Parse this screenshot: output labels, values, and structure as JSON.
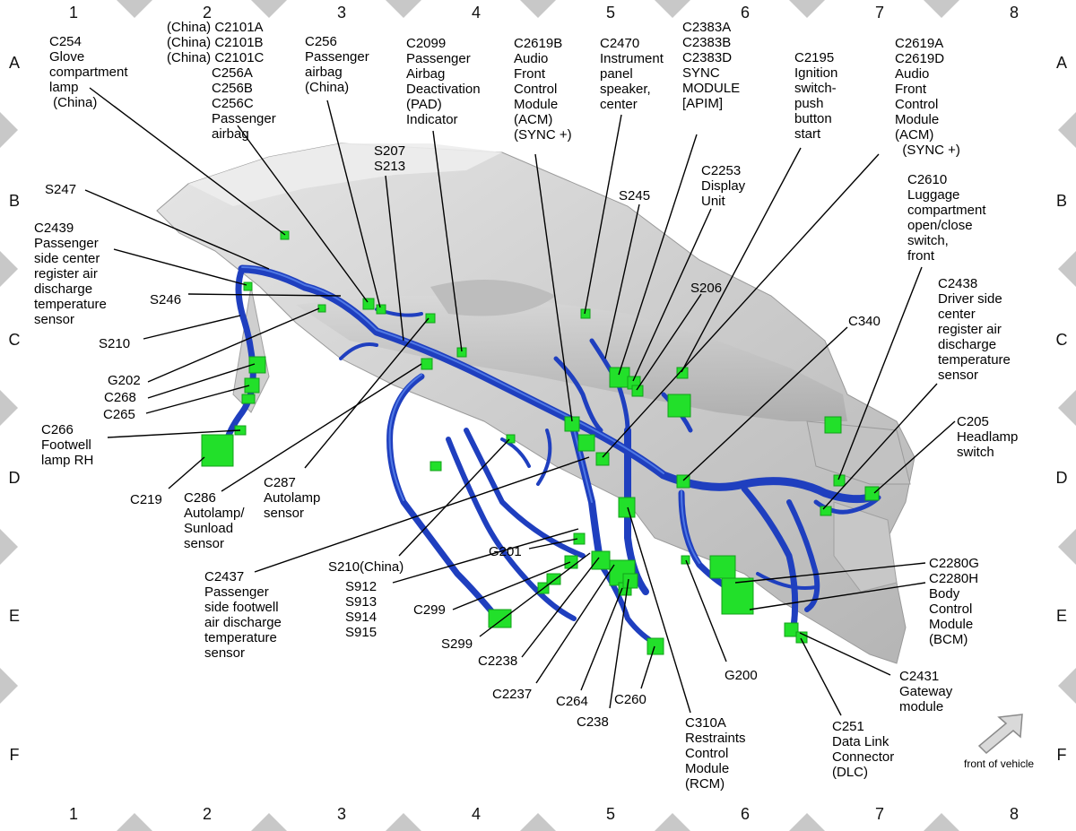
{
  "grid": {
    "columns": [
      "1",
      "2",
      "3",
      "4",
      "5",
      "6",
      "7",
      "8"
    ],
    "rows": [
      "A",
      "B",
      "C",
      "D",
      "E",
      "F"
    ]
  },
  "labels": {
    "c254": "C254\nGlove\ncompartment\nlamp\n (China)",
    "c2101": "(China) C2101A\n(China) C2101B\n(China) C2101C\n            C256A\n            C256B\n            C256C\n            Passenger\n            airbag",
    "c256": "C256\nPassenger\nairbag\n(China)",
    "s207": "S207\nS213",
    "c2099": "C2099\nPassenger\nAirbag\nDeactivation\n(PAD)\nIndicator",
    "c2619b": "C2619B\nAudio\nFront\nControl\nModule\n(ACM)\n(SYNC +)",
    "c2470": "C2470\nInstrument\npanel\nspeaker,\ncenter",
    "c2383": "C2383A\nC2383B\nC2383D\nSYNC\nMODULE\n[APIM]",
    "c2195": "C2195\nIgnition\nswitch-\npush\nbutton\nstart",
    "c2619a": "C2619A\nC2619D\nAudio\nFront\nControl\nModule\n(ACM)\n  (SYNC +)",
    "s247": "S247",
    "s245": "S245",
    "c2253": "C2253\nDisplay\nUnit",
    "c2610": "C2610\nLuggage\ncompartment\nopen/close\nswitch,\nfront",
    "c2439": "C2439\nPassenger\nside center\nregister air\ndischarge\ntemperature\nsensor",
    "s246": "S246",
    "s206": "S206",
    "c2438": "C2438\nDriver side\ncenter\nregister air\ndischarge\ntemperature\nsensor",
    "s210": "S210",
    "c340": "C340",
    "g202": "G202",
    "c268": "C268",
    "c265": "C265",
    "c205": "C205\nHeadlamp\nswitch",
    "c266": "C266\nFootwell\nlamp RH",
    "c219": "C219",
    "c286": "C286\nAutolamp/\nSunload\nsensor",
    "c287": "C287\nAutolamp\nsensor",
    "s210china": "S210(China)",
    "g201": "G201",
    "c2437": "C2437\nPassenger\nside footwell\nair discharge\ntemperature\nsensor",
    "s912": "S912\nS913\nS914\nS915",
    "c299": "C299",
    "s299": "S299",
    "c2238": "C2238",
    "c2237": "C2237",
    "c264": "C264",
    "c238": "C238",
    "c260": "C260",
    "g200": "G200",
    "c2280": "C2280G\nC2280H\nBody\nControl\nModule\n(BCM)",
    "c2431": "C2431\nGateway\nmodule",
    "c251": "C251\nData Link\nConnector\n(DLC)",
    "c310a": "C310A\nRestraints\nControl\nModule\n(RCM)",
    "front_of_vehicle": "front of vehicle"
  },
  "colors": {
    "harness": "#1f3fbf",
    "harness_highlight": "#4f7be6",
    "connector": "#22e02a",
    "panel": "#cfcfcf",
    "frame_triangle": "#c8c8c8"
  }
}
